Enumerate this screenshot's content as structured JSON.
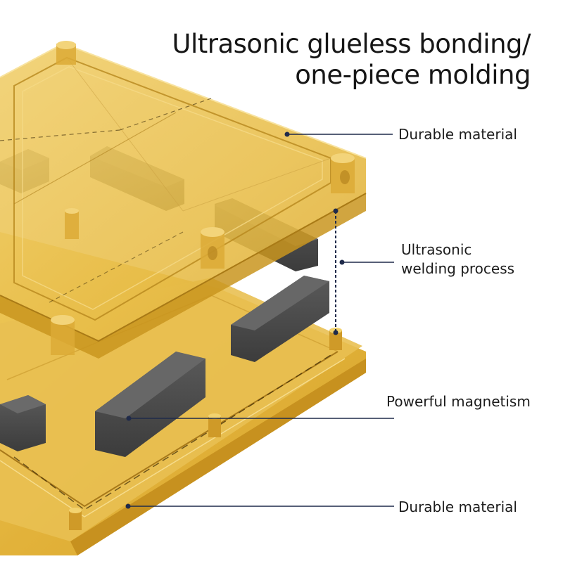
{
  "heading": {
    "line1": "Ultrasonic glueless bonding/",
    "line2": "one-piece molding"
  },
  "callouts": {
    "top_material": "Durable material",
    "welding_line1": "Ultrasonic",
    "welding_line2": "welding process",
    "magnetism": "Powerful magnetism",
    "bottom_material": "Durable material"
  },
  "colors": {
    "acrylic_yellow": "#e3b43a",
    "magnet_gray": "#4b4b4b",
    "leader_navy": "#1f2a4a"
  }
}
